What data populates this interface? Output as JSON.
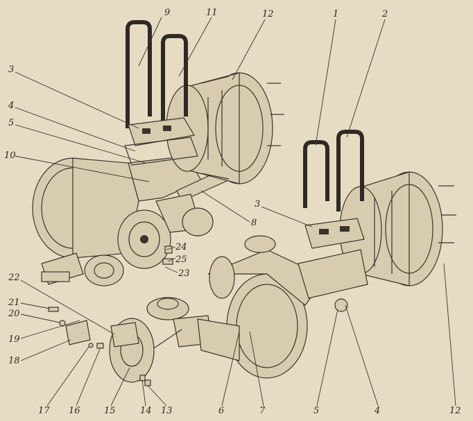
{
  "figure": {
    "callouts": [
      {
        "text": "9"
      },
      {
        "text": "11"
      },
      {
        "text": "12"
      },
      {
        "text": "1"
      },
      {
        "text": "2"
      },
      {
        "text": "3"
      },
      {
        "text": "4"
      },
      {
        "text": "5"
      },
      {
        "text": "10"
      },
      {
        "text": "3"
      },
      {
        "text": "8"
      },
      {
        "text": "24"
      },
      {
        "text": "25"
      },
      {
        "text": "23"
      },
      {
        "text": "22"
      },
      {
        "text": "21"
      },
      {
        "text": "20"
      },
      {
        "text": "19"
      },
      {
        "text": "18"
      },
      {
        "text": "17"
      },
      {
        "text": "16"
      },
      {
        "text": "15"
      },
      {
        "text": "14"
      },
      {
        "text": "13"
      },
      {
        "text": "6"
      },
      {
        "text": "7"
      },
      {
        "text": "5"
      },
      {
        "text": "4"
      },
      {
        "text": "12"
      }
    ]
  }
}
